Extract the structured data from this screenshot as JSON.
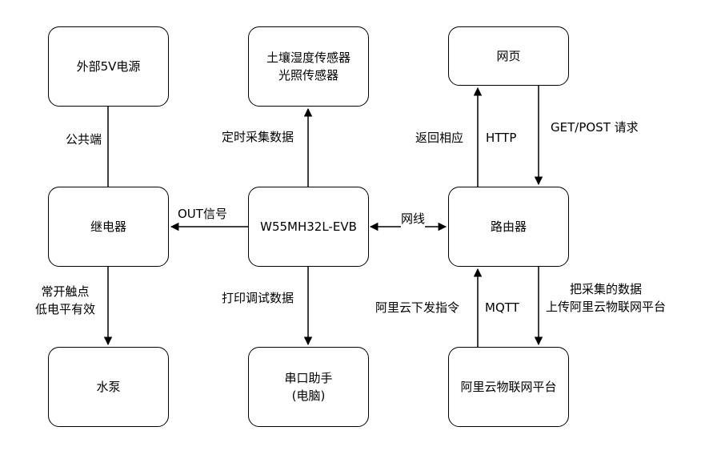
{
  "nodes": {
    "power": "外部5V电源",
    "sensors_line1": "土壤湿度传感器",
    "sensors_line2": "光照传感器",
    "webpage": "网页",
    "relay": "继电器",
    "mcu": "W55MH32L-EVB",
    "router": "路由器",
    "pump": "水泵",
    "serial_line1": "串口助手",
    "serial_line2": "(电脑)",
    "aliyun": "阿里云物联网平台"
  },
  "edges": {
    "power_relay": "公共端",
    "mcu_sensors": "定时采集数据",
    "router_web_return": "返回相应",
    "http": "HTTP",
    "web_router_request": "GET/POST 请求",
    "mcu_relay": "OUT信号",
    "mcu_router": "网线",
    "relay_pump_line1": "常开触点",
    "relay_pump_line2": "低电平有效",
    "mcu_serial": "打印调试数据",
    "aliyun_router_cmd": "阿里云下发指令",
    "mqtt": "MQTT",
    "router_aliyun_line1": "把采集的数据",
    "router_aliyun_line2": "上传阿里云物联网平台"
  }
}
